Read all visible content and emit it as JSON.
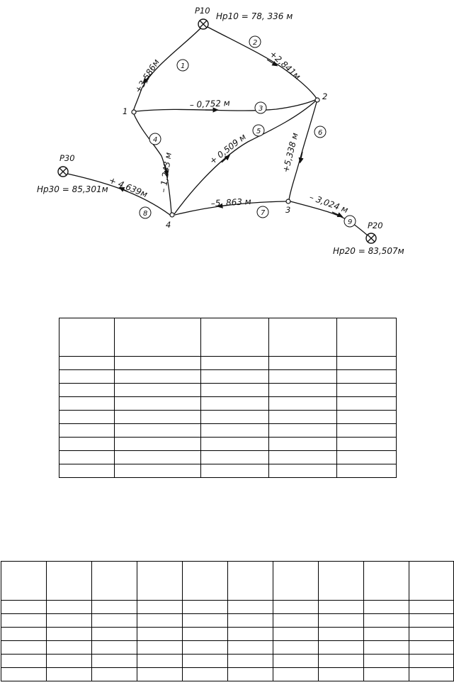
{
  "points": {
    "p10": "Р10",
    "p20": "Р20",
    "p30": "Р30",
    "n1": "1",
    "n2": "2",
    "n3": "3",
    "n4": "4"
  },
  "heights": {
    "p10": "Hр10 = 78, 336 м",
    "p30": "Hр30 = 85,301м",
    "p20": "Hр20 = 83,507м"
  },
  "edges": [
    {
      "num": "1",
      "dh": "+3,586м"
    },
    {
      "num": "2",
      "dh": "+2,841м"
    },
    {
      "num": "3",
      "dh": "– 0,752 м"
    },
    {
      "num": "4",
      "dh": "– 1,243 м"
    },
    {
      "num": "5",
      "dh": "+ 0,509 м"
    },
    {
      "num": "6",
      "dh": "+5,338 м"
    },
    {
      "num": "7",
      "dh": "–5, 863 м"
    },
    {
      "num": "8",
      "dh": "+ 4,639м"
    },
    {
      "num": "9",
      "dh": "– 3,024 м"
    }
  ]
}
